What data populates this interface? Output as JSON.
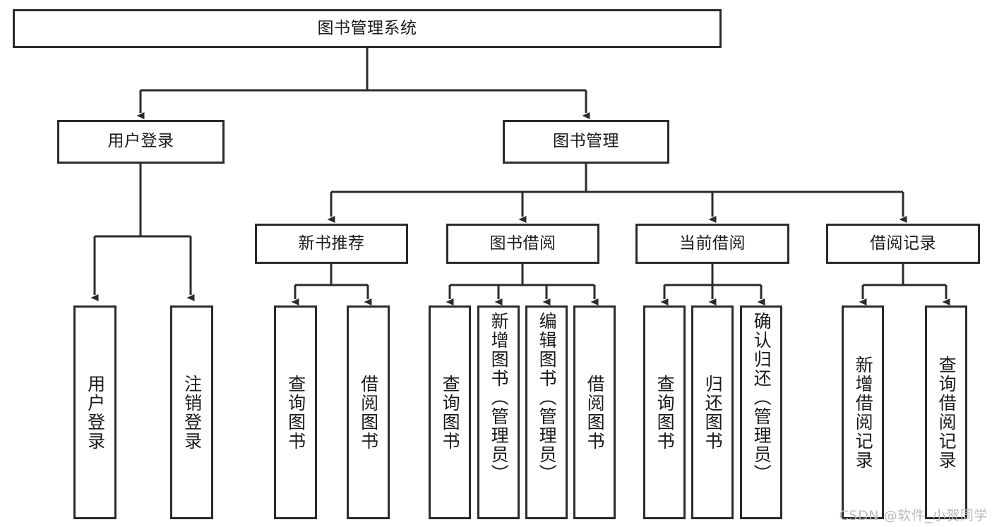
{
  "diagram": {
    "title_node": {
      "label": "图书管理系统"
    },
    "level2": [
      {
        "id": "user-login",
        "label": "用户登录"
      },
      {
        "id": "book-management",
        "label": "图书管理"
      }
    ],
    "level3": [
      {
        "id": "new-book-recommend",
        "label": "新书推荐"
      },
      {
        "id": "book-borrow",
        "label": "图书借阅"
      },
      {
        "id": "current-borrow",
        "label": "当前借阅"
      },
      {
        "id": "borrow-record",
        "label": "借阅记录"
      }
    ],
    "leaves": {
      "user_login": [
        {
          "id": "leaf-user-login",
          "label": "用户登录"
        },
        {
          "id": "leaf-logout-login",
          "label": "注销登录"
        }
      ],
      "new_book_recommend": [
        {
          "id": "leaf-query-book-1",
          "label": "查询图书"
        },
        {
          "id": "leaf-borrow-book-1",
          "label": "借阅图书"
        }
      ],
      "book_borrow": [
        {
          "id": "leaf-query-book-2",
          "label": "查询图书"
        },
        {
          "id": "leaf-add-book",
          "label": "新增图书（管理员）"
        },
        {
          "id": "leaf-edit-book",
          "label": "编辑图书（管理员）"
        },
        {
          "id": "leaf-borrow-book-2",
          "label": "借阅图书"
        }
      ],
      "current_borrow": [
        {
          "id": "leaf-query-book-3",
          "label": "查询图书"
        },
        {
          "id": "leaf-return-book",
          "label": "归还图书"
        },
        {
          "id": "leaf-confirm-return",
          "label": "确认归还（管理员）"
        }
      ],
      "borrow_record": [
        {
          "id": "leaf-add-record",
          "label": "新增借阅记录"
        },
        {
          "id": "leaf-query-record",
          "label": "查询借阅记录"
        }
      ]
    }
  },
  "watermark": {
    "text": "CSDN @软件_小贺同学"
  },
  "colors": {
    "stroke": "#2b2b2b",
    "background": "#ffffff",
    "text": "#1a1a1a",
    "watermark": "#b9b9b9"
  }
}
